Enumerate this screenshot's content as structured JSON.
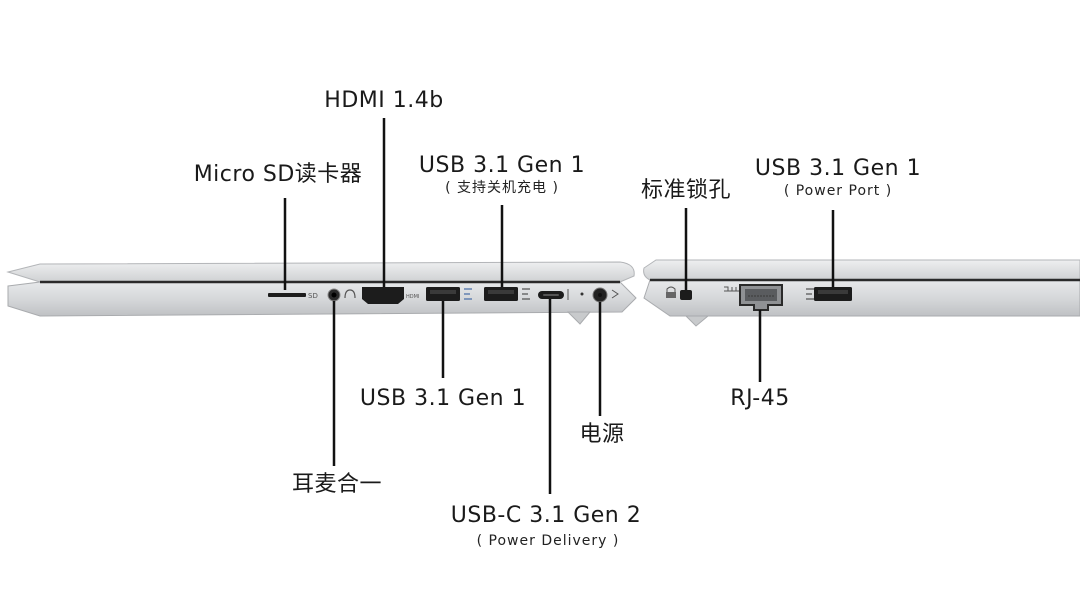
{
  "labels": {
    "hdmi": "HDMI 1.4b",
    "micro_sd": "Micro SD读卡器",
    "usb_charge_title": "USB 3.1 Gen 1",
    "usb_charge_sub": "( 支持关机充电 )",
    "lock": "标准锁孔",
    "usb_power_title": "USB 3.1 Gen 1",
    "usb_power_sub": "( Power Port )",
    "usb_left": "USB 3.1 Gen 1",
    "rj45": "RJ-45",
    "power": "电源",
    "audio": "耳麦合一",
    "usbc_title": "USB-C 3.1 Gen 2",
    "usbc_sub": "( Power Delivery )"
  },
  "port_marks": {
    "sd": "SD",
    "hdmi": "HDMI"
  },
  "colors": {
    "chassis": "#d9dadc",
    "chassis_dark": "#b7b9bc",
    "port": "#1c1c1c",
    "line": "#111111",
    "text": "#1a1a1a"
  }
}
